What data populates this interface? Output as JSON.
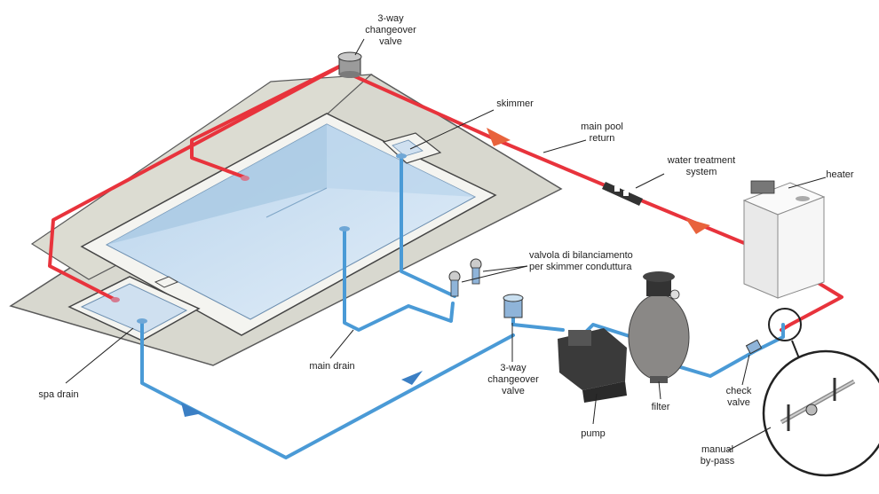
{
  "colors": {
    "supply": "#e8333c",
    "return": "#4a9ad6",
    "deck": "#d8d8cf",
    "coping": "#f4f4f0",
    "water": "#c9def0",
    "wall": "#a9c9e3",
    "equipment": "#5e5e5e",
    "filter_tank": "#8a8886",
    "heater": "#f2f2f2"
  },
  "labels": {
    "valve_top": [
      "3-way",
      "changeover",
      "valve"
    ],
    "skimmer": "skimmer",
    "main_pool_return": [
      "main pool",
      "return"
    ],
    "water_treatment": [
      "water treatment",
      "system"
    ],
    "heater": "heater",
    "balancing_valves": [
      "valvola di bilanciamento",
      "per skimmer conduttura"
    ],
    "valve_bottom": [
      "3-way",
      "changeover",
      "valve"
    ],
    "spa_drain": "spa drain",
    "main_drain": "main drain",
    "pump": "pump",
    "filter": "filter",
    "check_valve": [
      "check",
      "valve"
    ],
    "manual_bypass": [
      "manual",
      "by-pass"
    ]
  },
  "icons": {
    "flow_arrow": "flow-arrow-icon",
    "valve": "valve-handwheel-icon",
    "magnifier": "detail-zoom-icon"
  }
}
